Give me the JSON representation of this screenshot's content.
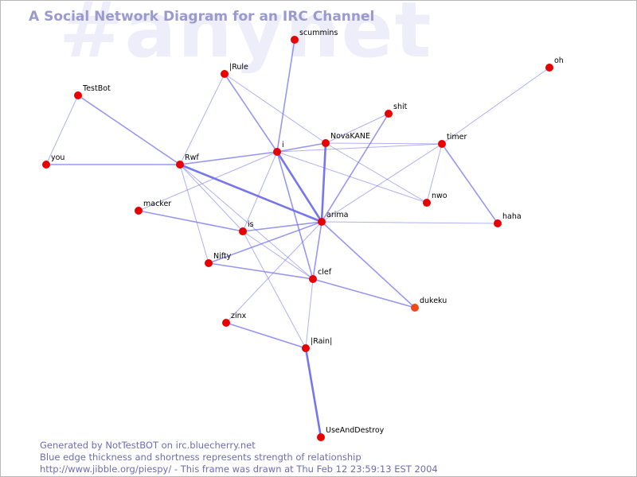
{
  "watermark": "#anynet",
  "title": "A Social Network Diagram for an IRC Channel",
  "colors": {
    "edge": "#6f6fee",
    "node": "#e80000",
    "node_alt": "#f04818",
    "title": "#9a9ad0",
    "watermark": "#eeeefb",
    "footer": "#6c6cb4"
  },
  "graph": {
    "nodes": [
      {
        "id": "scummins",
        "label": "scummins"
      },
      {
        "id": "oh",
        "label": "oh"
      },
      {
        "id": "irule",
        "label": "|Rule"
      },
      {
        "id": "testbot",
        "label": "TestBot"
      },
      {
        "id": "shit",
        "label": "shit"
      },
      {
        "id": "novakane",
        "label": "NovaKANE"
      },
      {
        "id": "timer",
        "label": "timer"
      },
      {
        "id": "i",
        "label": "i"
      },
      {
        "id": "you",
        "label": "you"
      },
      {
        "id": "rwf",
        "label": "Rwf"
      },
      {
        "id": "nwo",
        "label": "nwo"
      },
      {
        "id": "macker",
        "label": "macker"
      },
      {
        "id": "arima",
        "label": "arima"
      },
      {
        "id": "haha",
        "label": "haha"
      },
      {
        "id": "is",
        "label": "is"
      },
      {
        "id": "nifty",
        "label": "Nifty"
      },
      {
        "id": "clef",
        "label": "clef"
      },
      {
        "id": "dukeku",
        "label": "dukeku"
      },
      {
        "id": "zinx",
        "label": "zinx"
      },
      {
        "id": "irain",
        "label": "|Rain|"
      },
      {
        "id": "useanddestroy",
        "label": "UseAndDestroy"
      }
    ],
    "edges": [
      {
        "source": "testbot",
        "target": "rwf",
        "strength": 2
      },
      {
        "source": "testbot",
        "target": "you",
        "strength": 1
      },
      {
        "source": "you",
        "target": "rwf",
        "strength": 2
      },
      {
        "source": "irule",
        "target": "rwf",
        "strength": 1
      },
      {
        "source": "irule",
        "target": "i",
        "strength": 2
      },
      {
        "source": "irule",
        "target": "novakane",
        "strength": 1
      },
      {
        "source": "scummins",
        "target": "i",
        "strength": 2
      },
      {
        "source": "rwf",
        "target": "i",
        "strength": 2
      },
      {
        "source": "rwf",
        "target": "arima",
        "strength": 3
      },
      {
        "source": "rwf",
        "target": "is",
        "strength": 1
      },
      {
        "source": "rwf",
        "target": "nifty",
        "strength": 1
      },
      {
        "source": "rwf",
        "target": "clef",
        "strength": 1
      },
      {
        "source": "i",
        "target": "novakane",
        "strength": 2
      },
      {
        "source": "i",
        "target": "timer",
        "strength": 1
      },
      {
        "source": "i",
        "target": "nwo",
        "strength": 1
      },
      {
        "source": "i",
        "target": "arima",
        "strength": 3
      },
      {
        "source": "i",
        "target": "clef",
        "strength": 2
      },
      {
        "source": "i",
        "target": "is",
        "strength": 1
      },
      {
        "source": "i",
        "target": "macker",
        "strength": 1
      },
      {
        "source": "novakane",
        "target": "shit",
        "strength": 1
      },
      {
        "source": "novakane",
        "target": "timer",
        "strength": 1
      },
      {
        "source": "novakane",
        "target": "arima",
        "strength": 3
      },
      {
        "source": "novakane",
        "target": "nwo",
        "strength": 1
      },
      {
        "source": "shit",
        "target": "arima",
        "strength": 2
      },
      {
        "source": "oh",
        "target": "timer",
        "strength": 1
      },
      {
        "source": "timer",
        "target": "nwo",
        "strength": 1
      },
      {
        "source": "timer",
        "target": "haha",
        "strength": 2
      },
      {
        "source": "timer",
        "target": "arima",
        "strength": 1
      },
      {
        "source": "macker",
        "target": "is",
        "strength": 2
      },
      {
        "source": "arima",
        "target": "haha",
        "strength": 1
      },
      {
        "source": "arima",
        "target": "is",
        "strength": 2
      },
      {
        "source": "arima",
        "target": "nifty",
        "strength": 2
      },
      {
        "source": "arima",
        "target": "clef",
        "strength": 2
      },
      {
        "source": "arima",
        "target": "dukeku",
        "strength": 2
      },
      {
        "source": "arima",
        "target": "zinx",
        "strength": 1
      },
      {
        "source": "is",
        "target": "clef",
        "strength": 1
      },
      {
        "source": "is",
        "target": "irain",
        "strength": 1
      },
      {
        "source": "nifty",
        "target": "clef",
        "strength": 2
      },
      {
        "source": "clef",
        "target": "dukeku",
        "strength": 2
      },
      {
        "source": "clef",
        "target": "irain",
        "strength": 1
      },
      {
        "source": "zinx",
        "target": "irain",
        "strength": 2
      },
      {
        "source": "irain",
        "target": "useanddestroy",
        "strength": 3
      }
    ]
  },
  "footer": {
    "line1": "Generated by NotTestBOT on irc.bluecherry.net",
    "line2": "Blue edge thickness and shortness represents strength of relationship",
    "line3": "http://www.jibble.org/piespy/ - This frame was drawn at Thu Feb 12 23:59:13 EST 2004"
  }
}
